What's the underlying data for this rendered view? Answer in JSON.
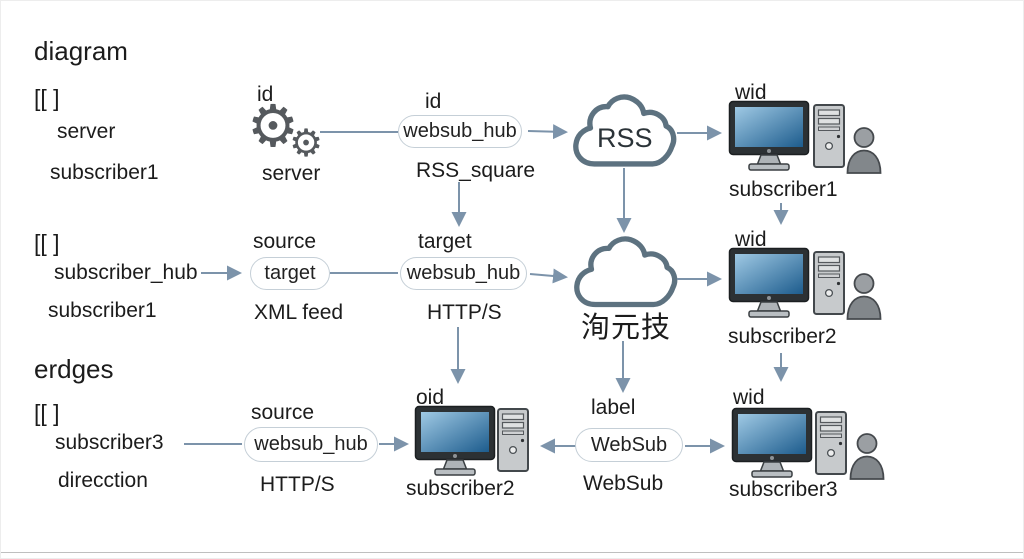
{
  "title": "diagram",
  "section2_title": "erdges",
  "blocks": {
    "b1": {
      "bracket": "[[ ]",
      "line1": "server",
      "line2": "subscriber1"
    },
    "b2": {
      "bracket": "[[ ]",
      "line1": "subscriber_hub",
      "line2": "subscriber1"
    },
    "b3": {
      "bracket": "[[ ]",
      "line1": "subscriber3",
      "line2": "direcction"
    }
  },
  "nodes": {
    "gears": {
      "top": "id",
      "bottom": "server"
    },
    "hub_top": {
      "top": "id",
      "label": "websub_hub",
      "bottom": "RSS_square"
    },
    "rss_cloud": {
      "label": "RSS"
    },
    "pc1": {
      "top": "wid",
      "bottom": "subscriber1"
    },
    "target": {
      "top": "source",
      "label": "target",
      "bottom": "XML feed"
    },
    "hub_mid": {
      "top": "target",
      "label": "websub_hub",
      "bottom": "HTTP/S"
    },
    "cloud2": {
      "bottom": "洵元技"
    },
    "pc2": {
      "top": "wid",
      "bottom": "subscriber2"
    },
    "hub_bot": {
      "top": "source",
      "label": "websub_hub",
      "bottom": "HTTP/S"
    },
    "pc3": {
      "top": "oid",
      "bottom": "subscriber2"
    },
    "websub": {
      "top": "label",
      "label": "WebSub",
      "bottom": "WebSub"
    },
    "pc4": {
      "top": "wid",
      "bottom": "subscriber3"
    }
  },
  "edges": [
    {
      "from": "gears-server",
      "to": "hub_top",
      "arrow": false
    },
    {
      "from": "hub_top",
      "to": "rss_cloud",
      "arrow": true
    },
    {
      "from": "rss_cloud",
      "to": "pc1-subscriber1",
      "arrow": true
    },
    {
      "from": "hub_top",
      "to": "hub_mid",
      "arrow": true
    },
    {
      "from": "rss_cloud",
      "to": "cloud2",
      "arrow": true
    },
    {
      "from": "pc1-subscriber1",
      "to": "pc2-subscriber2",
      "arrow": true
    },
    {
      "from": "subscriber_hub",
      "to": "target",
      "arrow": true
    },
    {
      "from": "target",
      "to": "hub_mid",
      "arrow": false
    },
    {
      "from": "hub_mid",
      "to": "cloud2",
      "arrow": true
    },
    {
      "from": "cloud2",
      "to": "pc2-subscriber2",
      "arrow": true
    },
    {
      "from": "hub_mid",
      "to": "pc3-subscriber2",
      "arrow": true
    },
    {
      "from": "cloud2",
      "to": "websub",
      "arrow": true
    },
    {
      "from": "pc2-subscriber2",
      "to": "pc4-subscriber3",
      "arrow": true
    },
    {
      "from": "subscriber3",
      "to": "hub_bot",
      "arrow": false
    },
    {
      "from": "hub_bot",
      "to": "pc3-subscriber2",
      "arrow": true
    },
    {
      "from": "websub",
      "to": "pc3-subscriber2",
      "arrow": true
    },
    {
      "from": "websub",
      "to": "pc4-subscriber3",
      "arrow": true
    }
  ],
  "colors": {
    "arrow": "#7c93aa",
    "cloud_border": "#5d7280",
    "pill_border": "#c5cfd7",
    "screen_top": "#9fc9e4",
    "screen_bottom": "#1d5c8d",
    "text": "#1c1c1c"
  }
}
